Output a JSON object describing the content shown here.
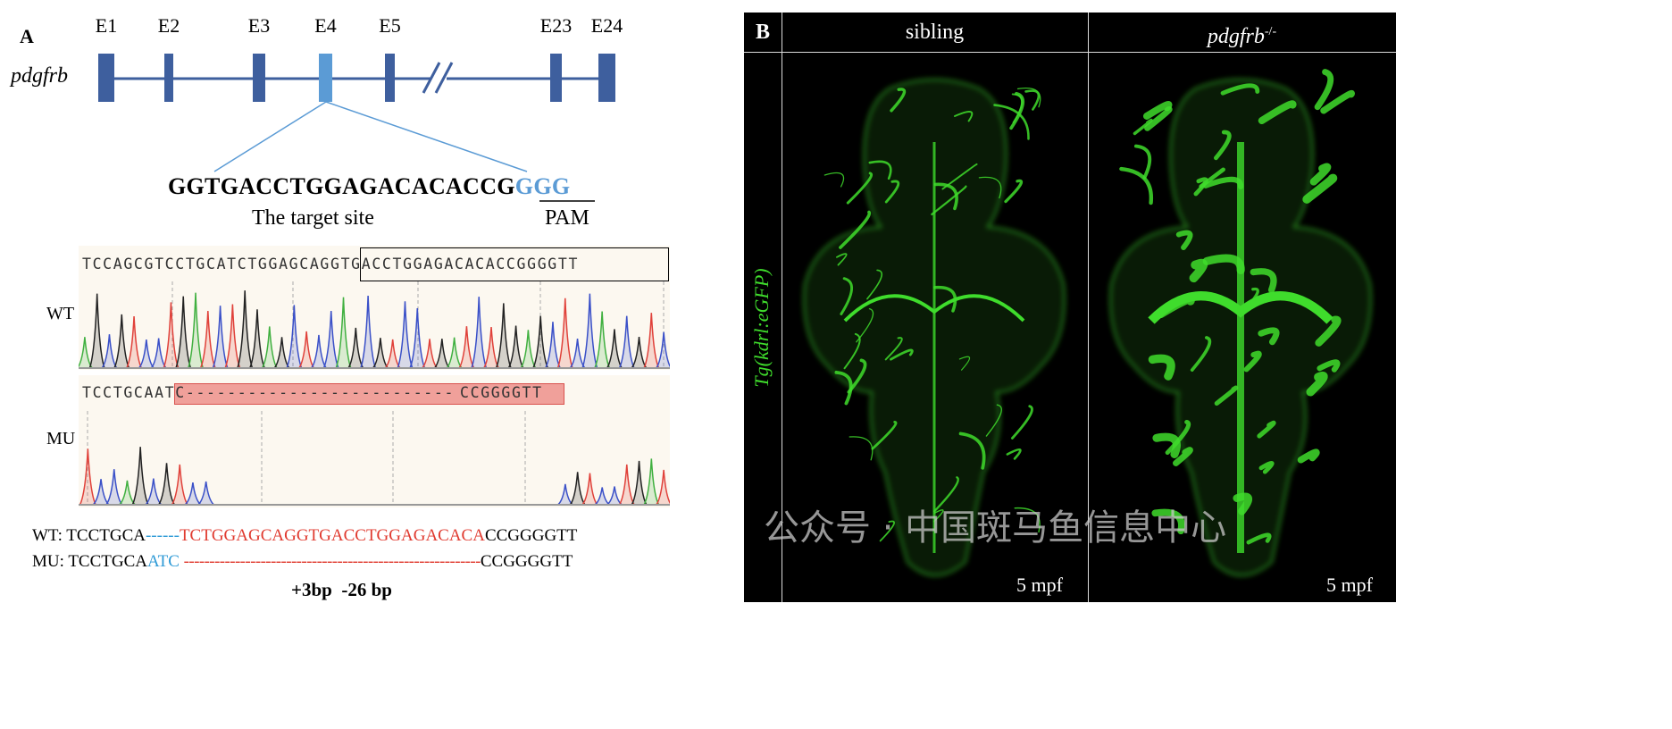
{
  "panelA": {
    "label": "A",
    "gene_name": "pdgfrb",
    "exons": [
      "E1",
      "E2",
      "E3",
      "E4",
      "E5",
      "E23",
      "E24"
    ],
    "target_exon": "E4",
    "target_seq": "GGTGACCTGGAGACACACCG",
    "pam_seq": "GGG",
    "target_label": "The target site",
    "pam_label": "PAM",
    "wt_label": "WT",
    "mu_label": "MU",
    "wt_trace_seq": "TCCAGCGTCCTGCATCTGGAGCAGGTGACCTGGAGACACACCGGGGTT",
    "mu_trace_prefix": "TCCTGCA",
    "mu_trace_insert": "ATC",
    "mu_trace_dashes": "--------------------------",
    "mu_trace_suffix": "CCGGGGTT",
    "alignment": {
      "wt_label": "WT:",
      "wt_prefix": "TCCTGCA",
      "wt_gap": "------",
      "wt_deleted": "TCTGGAGCAGGTGACCTGGAGACACA",
      "wt_suffix": "CCGGGGTT",
      "mu_label": "MU:",
      "mu_prefix": "TCCTGCA",
      "mu_insert": "ATC",
      "mu_gap": "----------------------------------------------------------",
      "mu_suffix": "CCGGGGTT"
    },
    "mutation_summary": "+3bp  -26 bp",
    "colors": {
      "exon": "#3e5f9e",
      "target_exon": "#5b9bd5",
      "pam": "#5b9bd5",
      "deleted": "#e03a2f",
      "insert": "#2e9ad6",
      "highlight": "#f0a09a"
    }
  },
  "panelB": {
    "label": "B",
    "columns": [
      "sibling",
      "pdgfrb"
    ],
    "genotype_superscript": "-/-",
    "row_label": "Tg(kdrl:eGFP)",
    "stage_labels": [
      "5 mpf",
      "5 mpf"
    ],
    "colors": {
      "gfp": "#3fdc2c",
      "background": "#000000"
    }
  },
  "watermark": "公众号 · 中国斑马鱼信息中心"
}
